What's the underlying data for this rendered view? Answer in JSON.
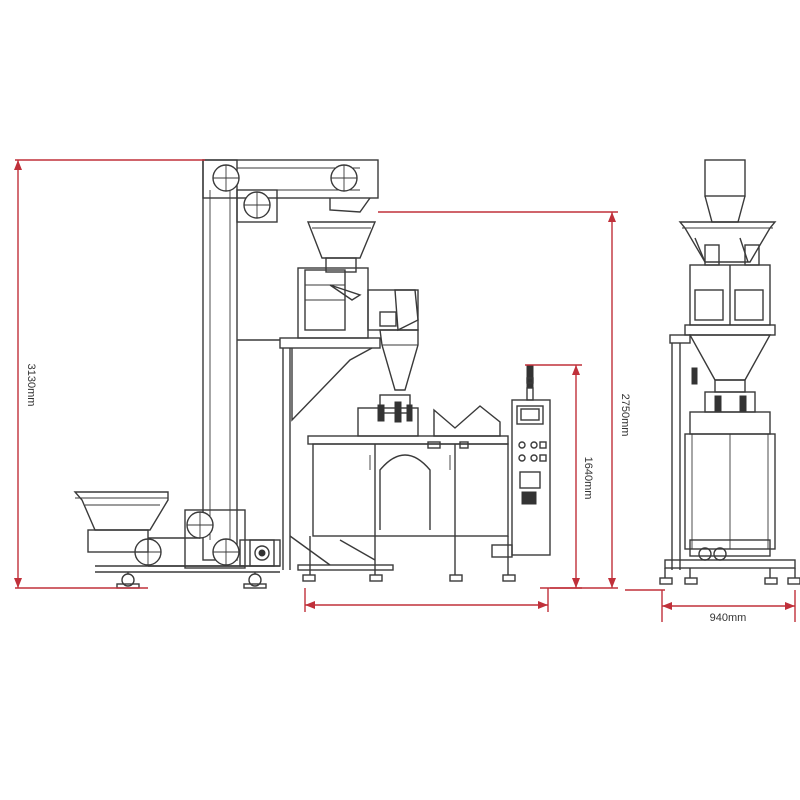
{
  "dimensions": {
    "overall_height": "3130mm",
    "machine_height": "2750mm",
    "table_height": "1640mm",
    "side_width": "940mm"
  },
  "colors": {
    "dimension_line": "#c0303a",
    "machine_line": "#3a3a3a",
    "background": "#ffffff"
  }
}
